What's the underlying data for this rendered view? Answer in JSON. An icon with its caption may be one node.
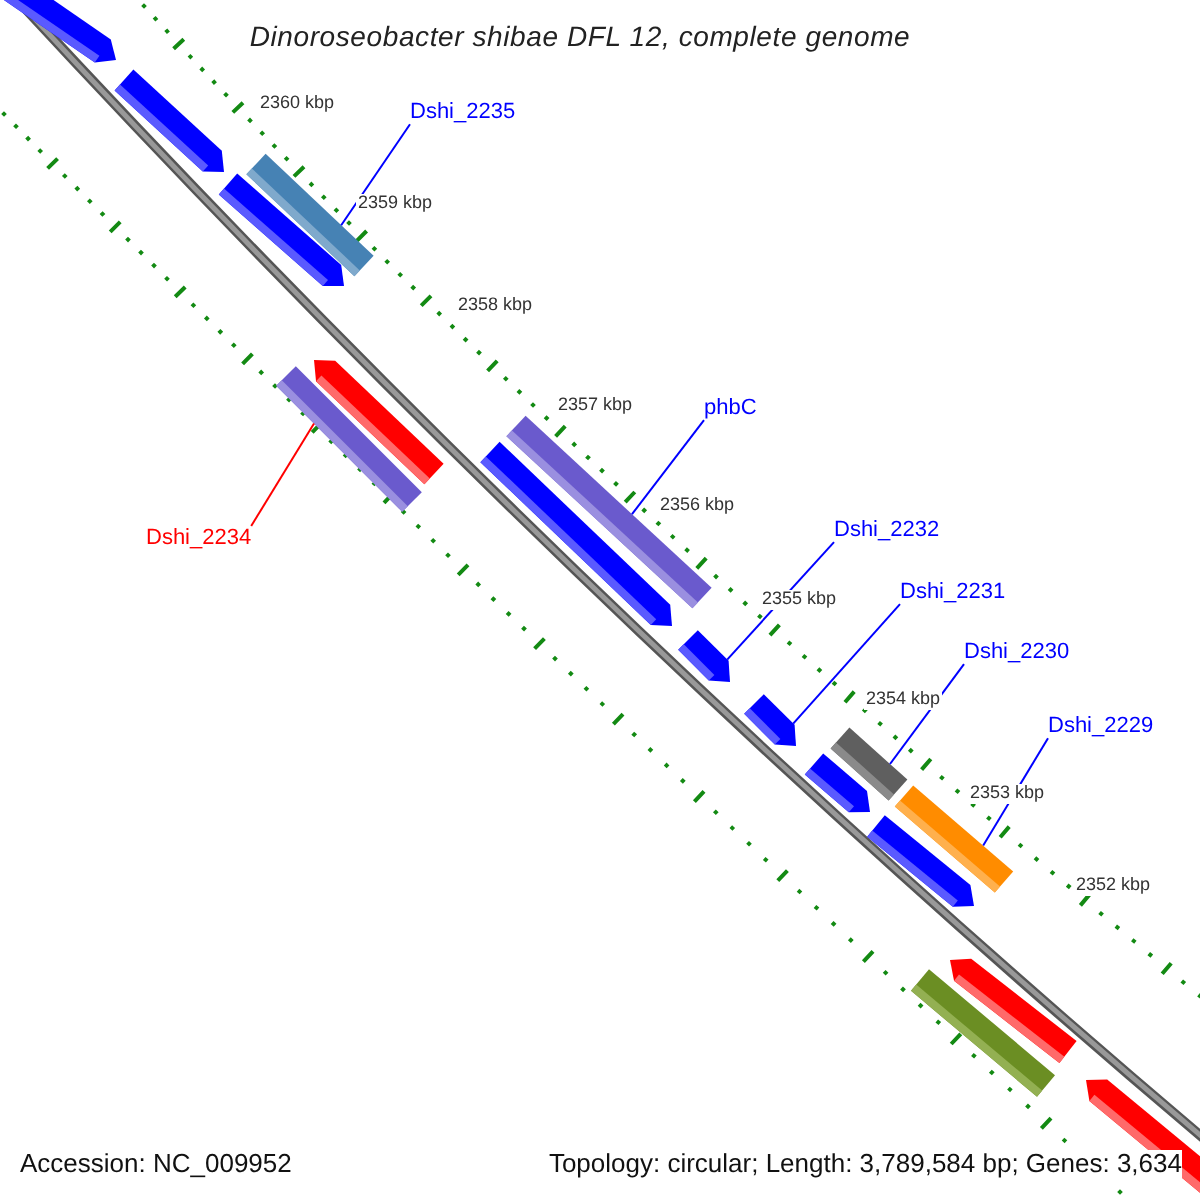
{
  "diagram": {
    "title": "Dinoroseobacter shibae DFL 12, complete genome",
    "nodes": [
      {
        "text": [],
        "shape": "arrow"
      },
      {
        "text": [],
        "shape": "arrow"
      },
      {
        "text": [
          "Dshi_2235"
        ]
      },
      {
        "text": [],
        "shape": "arrow"
      },
      {
        "text": [],
        "shape": "bar"
      },
      {
        "text": [],
        "shape": "arrow"
      },
      {
        "text": [],
        "shape": "bar"
      },
      {
        "text": [
          "phbC"
        ]
      },
      {
        "text": [],
        "shape": "arrow"
      },
      {
        "text": [],
        "shape": "bar"
      },
      {
        "text": [
          "Dshi_2234"
        ]
      },
      {
        "text": [
          "Dshi_2232"
        ]
      },
      {
        "text": [],
        "shape": "arrow"
      },
      {
        "text": [
          "Dshi_2231"
        ]
      },
      {
        "text": [],
        "shape": "arrow"
      },
      {
        "text": [
          "Dshi_2230"
        ]
      },
      {
        "text": [],
        "shape": "bar"
      },
      {
        "text": [
          "Dshi_2229"
        ]
      },
      {
        "text": [],
        "shape": "arrow"
      },
      {
        "text": [],
        "shape": "bar"
      },
      {
        "text": [],
        "shape": "arrow"
      },
      {
        "text": [],
        "shape": "arrow"
      },
      {
        "text": [],
        "shape": "bar"
      },
      {
        "text": [],
        "shape": "arrow"
      }
    ],
    "edges": [
      {
        "from": 2,
        "to": 4,
        "arrow": "none"
      },
      {
        "from": 10,
        "to": 6,
        "arrow": "none",
        "color": "#ff0000"
      },
      {
        "from": 7,
        "to": 9,
        "arrow": "none"
      },
      {
        "from": 11,
        "to": 12,
        "arrow": "none"
      },
      {
        "from": 13,
        "to": 14,
        "arrow": "none"
      },
      {
        "from": 15,
        "to": 16,
        "arrow": "none"
      },
      {
        "from": 17,
        "to": 19,
        "arrow": "none"
      }
    ],
    "labels": [
      "2360 kbp",
      "2359 kbp",
      "2358 kbp",
      "2357 kbp",
      "2356 kbp",
      "2355 kbp",
      "2354 kbp",
      "2353 kbp",
      "2352 kbp",
      "Accession: NC_009952",
      "Topology: circular; Length: 3,789,584 bp; Genes: 3,634"
    ]
  }
}
